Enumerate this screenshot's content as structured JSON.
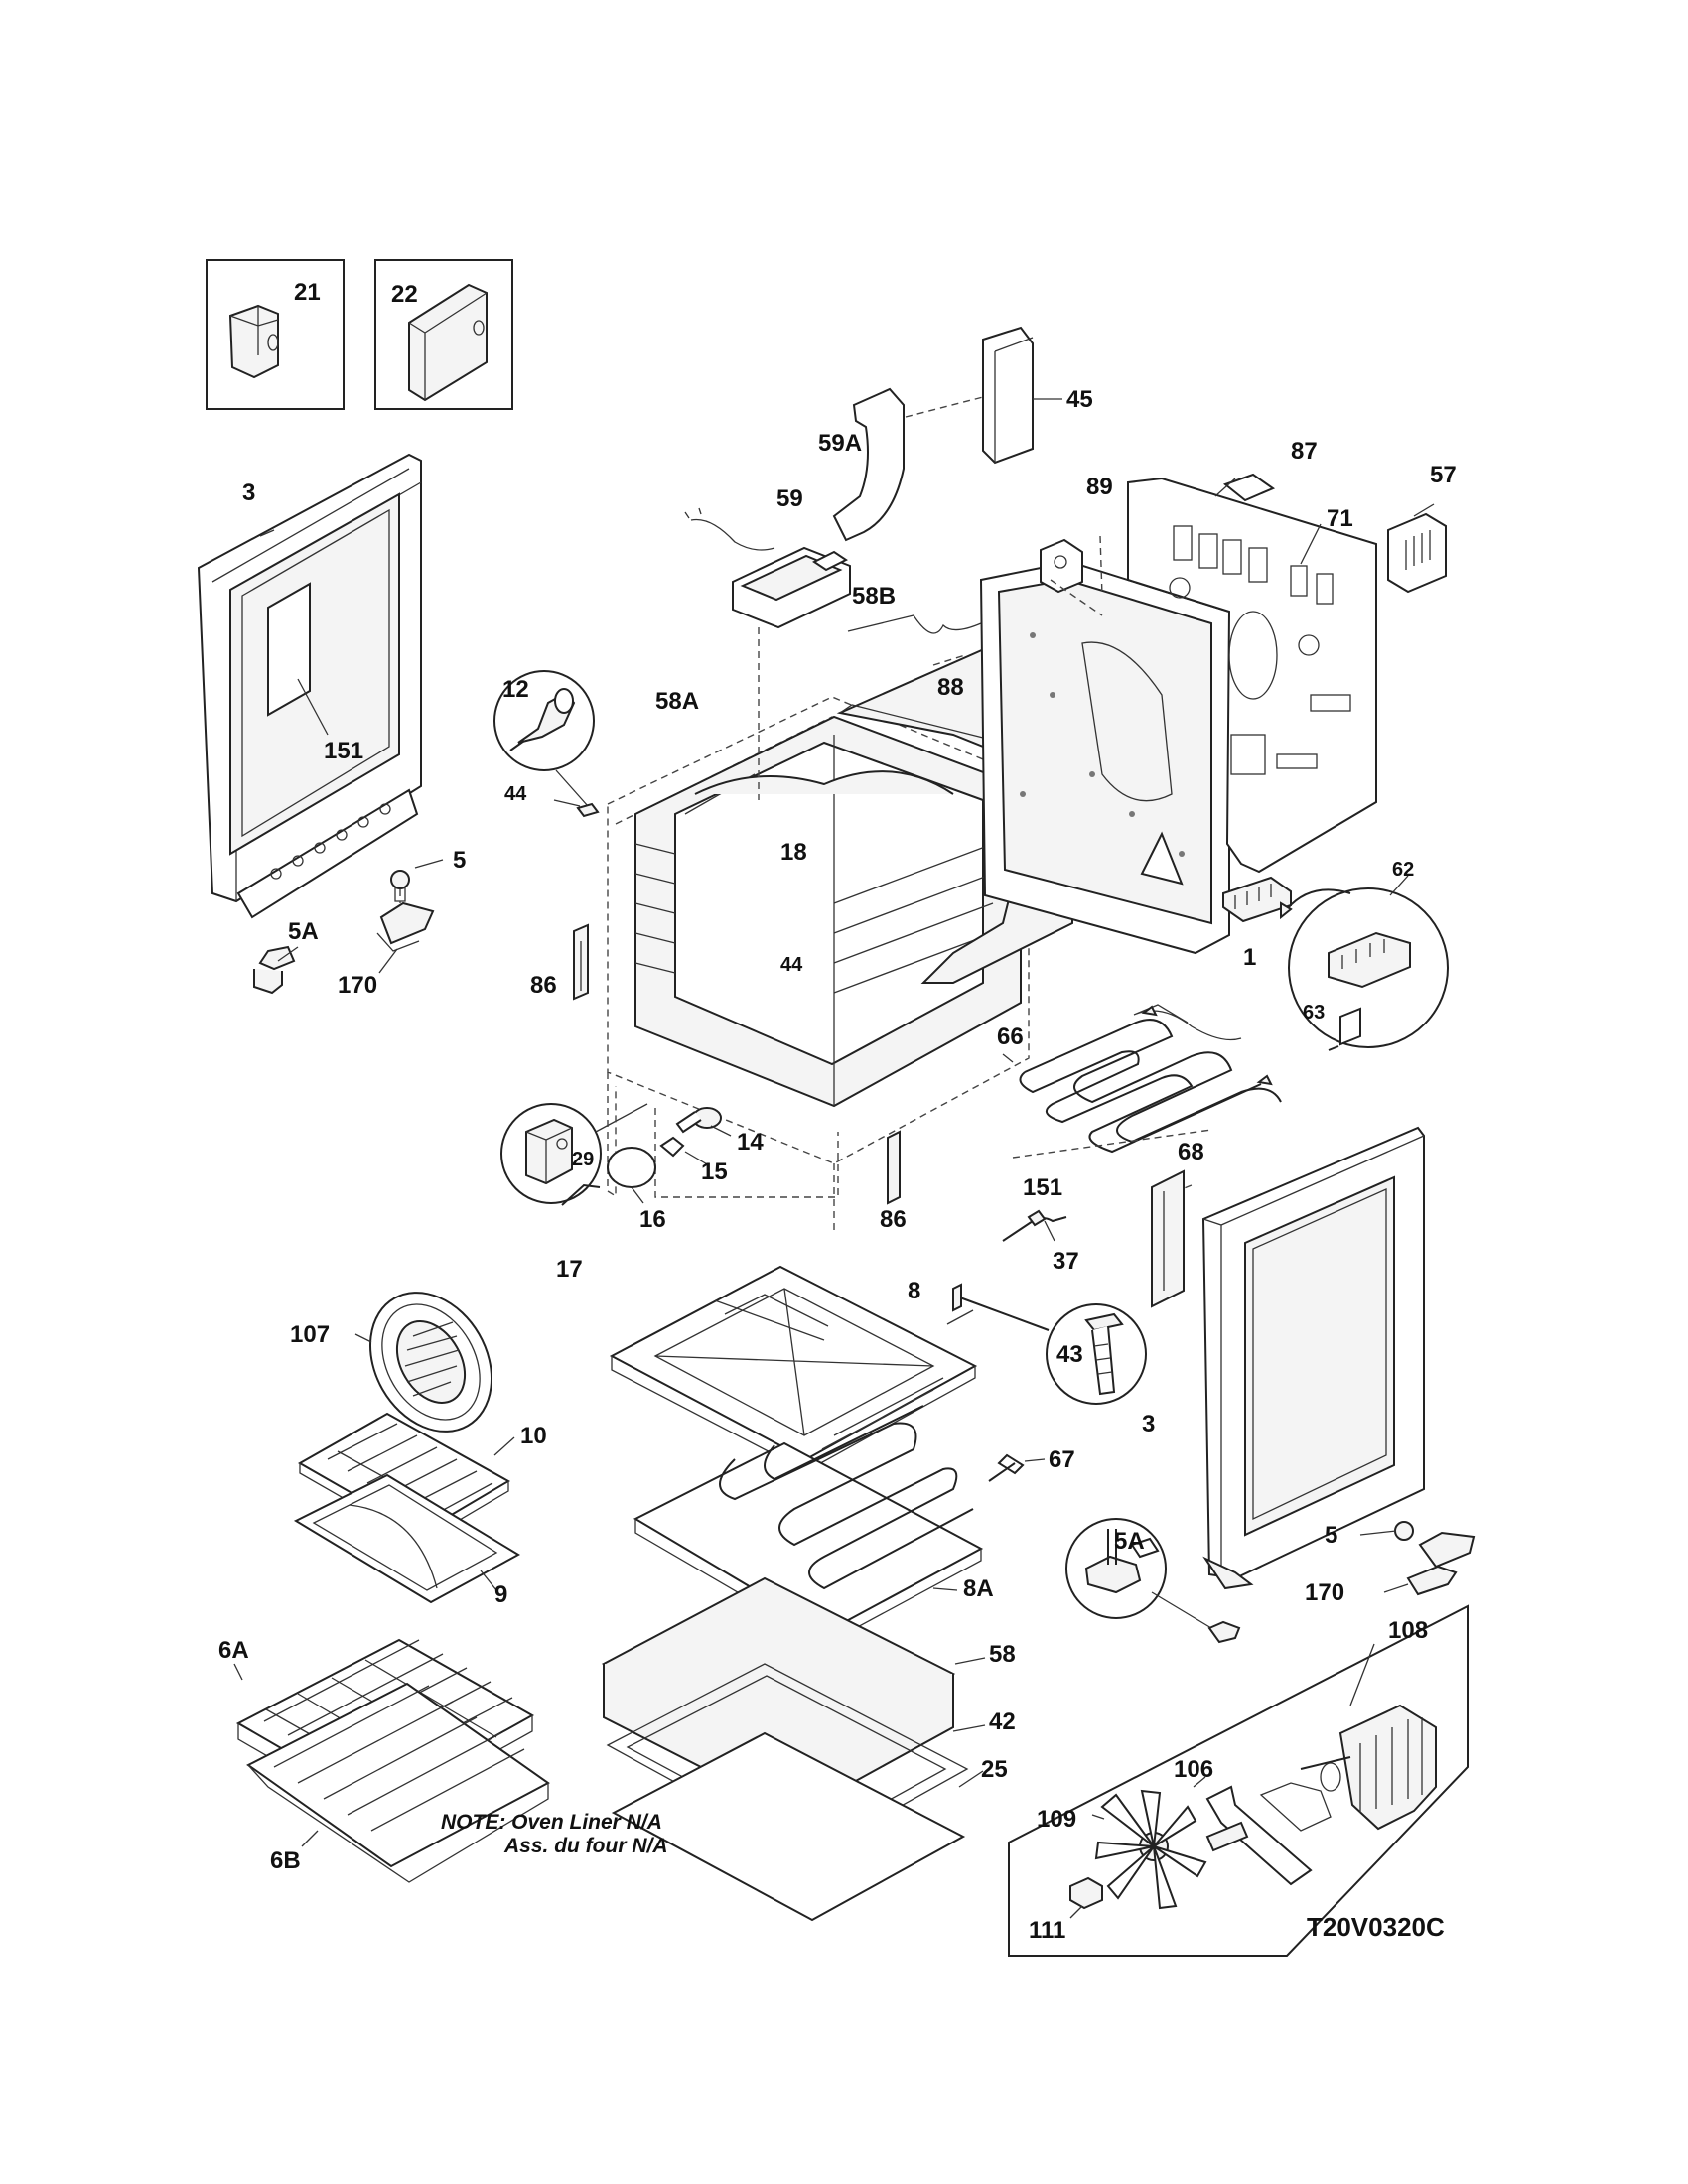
{
  "diagram": {
    "code": "T20V0320C",
    "note_line1": "NOTE: Oven Liner N/A",
    "note_line2": "Ass. du four N/A",
    "labels": {
      "p21": "21",
      "p22": "22",
      "p45": "45",
      "p59a": "59A",
      "p59": "59",
      "p89": "89",
      "p87": "87",
      "p57": "57",
      "p71": "71",
      "p3_left": "3",
      "p151_left": "151",
      "p12": "12",
      "p44_a": "44",
      "p58a": "58A",
      "p58b": "58B",
      "p88": "88",
      "p18": "18",
      "p5_left": "5",
      "p5a_left": "5A",
      "p170_left": "170",
      "p86_a": "86",
      "p44_b": "44",
      "p62": "62",
      "p63": "63",
      "p1": "1",
      "p66": "66",
      "p29": "29",
      "p14": "14",
      "p15": "15",
      "p16": "16",
      "p86_b": "86",
      "p17": "17",
      "p68": "68",
      "p151_right": "151",
      "p37": "37",
      "p107": "107",
      "p8": "8",
      "p43": "43",
      "p3_right": "3",
      "p10": "10",
      "p67": "67",
      "p9": "9",
      "p8a": "8A",
      "p5a_right": "5A",
      "p5_right": "5",
      "p170_right": "170",
      "p108": "108",
      "p58": "58",
      "p42": "42",
      "p6a": "6A",
      "p25": "25",
      "p106": "106",
      "p109": "109",
      "p6b": "6B",
      "p111": "111"
    }
  }
}
